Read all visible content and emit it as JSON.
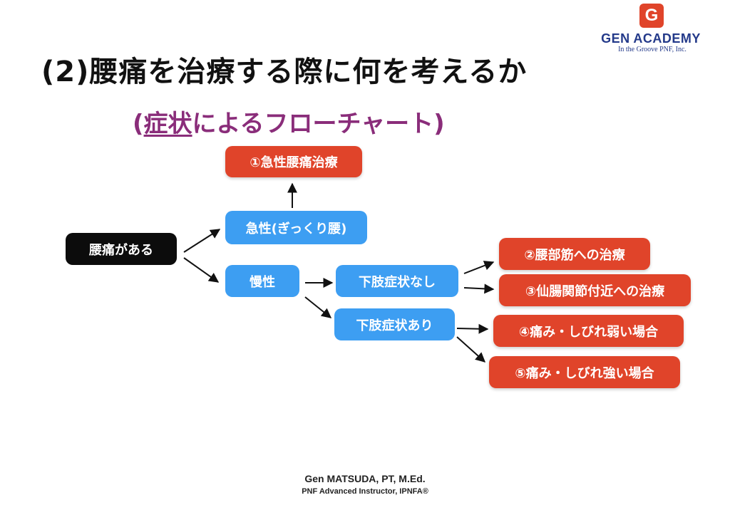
{
  "logo": {
    "badge_letter": "G",
    "name": "GEN ACADEMY",
    "tagline": "In the Groove PNF, Inc.",
    "color": "#243a8a",
    "badge_color": "#e0442a"
  },
  "title": "(2)腰痛を治療する際に何を考えるか",
  "subtitle": {
    "open": "(",
    "underlined": "症状",
    "rest": "によるフローチャート)"
  },
  "nodes": {
    "start": "腰痛がある",
    "acute": "急性(ぎっくり腰)",
    "chronic": "慢性",
    "no_leg_symptoms": "下肢症状なし",
    "leg_symptoms": "下肢症状あり",
    "t1": "①急性腰痛治療",
    "t2": "②腰部筋への治療",
    "t3": "③仙腸関節付近への治療",
    "t4": "④痛み・しびれ弱い場合",
    "t5": "⑤痛み・しびれ強い場合"
  },
  "colors": {
    "treatment": "#e0442a",
    "category": "#3d9ef2",
    "start": "#0c0c0c",
    "subtitle": "#8a2d7a"
  },
  "footer": {
    "name": "Gen MATSUDA, PT, M.Ed.",
    "role": "PNF Advanced Instructor, IPNFA®"
  }
}
